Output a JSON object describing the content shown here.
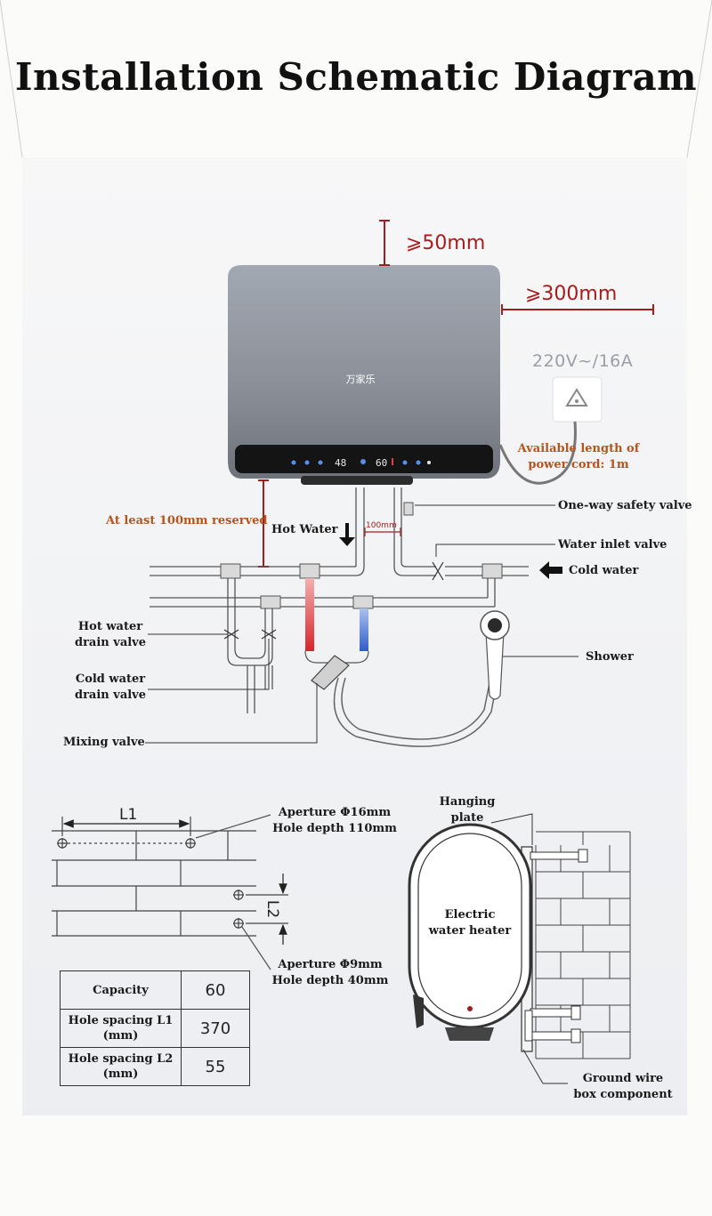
{
  "title": "Installation Schematic Diagram",
  "brand_logo": "万家乐",
  "display": {
    "left": "48",
    "right": "60"
  },
  "clearances": {
    "top": "⩾50mm",
    "side": "⩾300mm",
    "bottom": "At least 100mm reserved",
    "pipe_gap": "100mm"
  },
  "power": {
    "rating": "220V~/16A",
    "cord_note": "Available length of power cord: 1m",
    "socket_icon": "power-socket-icon"
  },
  "labels": {
    "one_way_safety_valve": "One-way safety valve",
    "hot_water": "Hot Water",
    "water_inlet_valve": "Water inlet valve",
    "cold_water": "Cold water",
    "hot_water_drain_valve": "Hot water drain valve",
    "cold_water_drain_valve": "Cold water drain valve",
    "shower": "Shower",
    "mixing_valve": "Mixing valve",
    "aperture_16": "Aperture Φ16mm Hole depth 110mm",
    "aperture_9": "Aperture Φ9mm Hole depth 40mm",
    "hanging_plate": "Hanging plate",
    "electric_heater": "Electric water heater",
    "ground_box": "Ground wire box component",
    "l1": "L1",
    "l2": "L2"
  },
  "spec_table": [
    {
      "key": "Capacity",
      "value": "60"
    },
    {
      "key": "Hole spacing L1 (mm)",
      "value": "370"
    },
    {
      "key": "Hole spacing L2 (mm)",
      "value": "55"
    }
  ],
  "colors": {
    "dimension_red": "#a61d1d",
    "note_orange": "#b5541d",
    "hot_pipe": "#d8232a",
    "cold_pipe": "#2f5fc8",
    "heater_body": "#8d939c"
  }
}
